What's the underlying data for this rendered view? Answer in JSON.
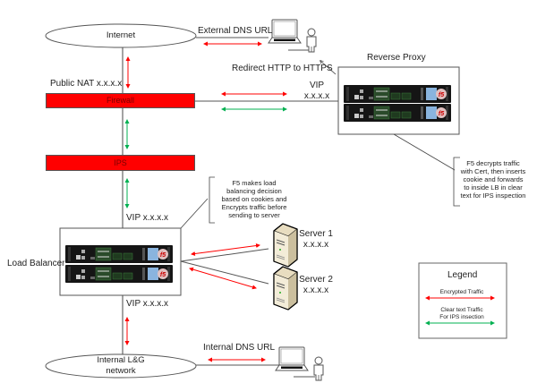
{
  "nodes": {
    "internet": "Internet",
    "internal_network": [
      "Internal L&G",
      "network"
    ],
    "firewall": "Firewall",
    "ips": "IPS",
    "reverse_proxy": "Reverse Proxy",
    "load_balancer": "Load Balancer",
    "server1": {
      "name": "Server 1",
      "ip": "x.x.x.x"
    },
    "server2": {
      "name": "Server 2",
      "ip": "x.x.x.x"
    }
  },
  "labels": {
    "external_dns": "External DNS URL",
    "internal_dns": "Internal DNS URL",
    "public_nat": "Public NAT x.x.x.x",
    "redirect": "Redirect HTTP to HTTPS",
    "proxy_vip": "VIP",
    "proxy_vip_ip": "x.x.x.x",
    "lb_vip_top": "VIP x.x.x.x",
    "lb_vip_bottom": "VIP x.x.x.x"
  },
  "notes": {
    "lb_note": [
      "F5 makes load",
      "balancing decision",
      "based on cookies and",
      "Encrypts traffic before",
      "sending to server"
    ],
    "proxy_note": [
      "F5 decrypts traffic",
      "with Cert, then inserts",
      "cookie and forwards",
      "to inside LB in clear",
      "text for IPS inspection"
    ]
  },
  "legend": {
    "title": "Legend",
    "encrypted": "Encrypted Traffic",
    "clear": [
      "Clear text Traffic",
      "For IPS insection"
    ]
  },
  "colors": {
    "encrypted": "#ff0000",
    "clear": "#00b050",
    "device_bar": "#ff0000"
  }
}
